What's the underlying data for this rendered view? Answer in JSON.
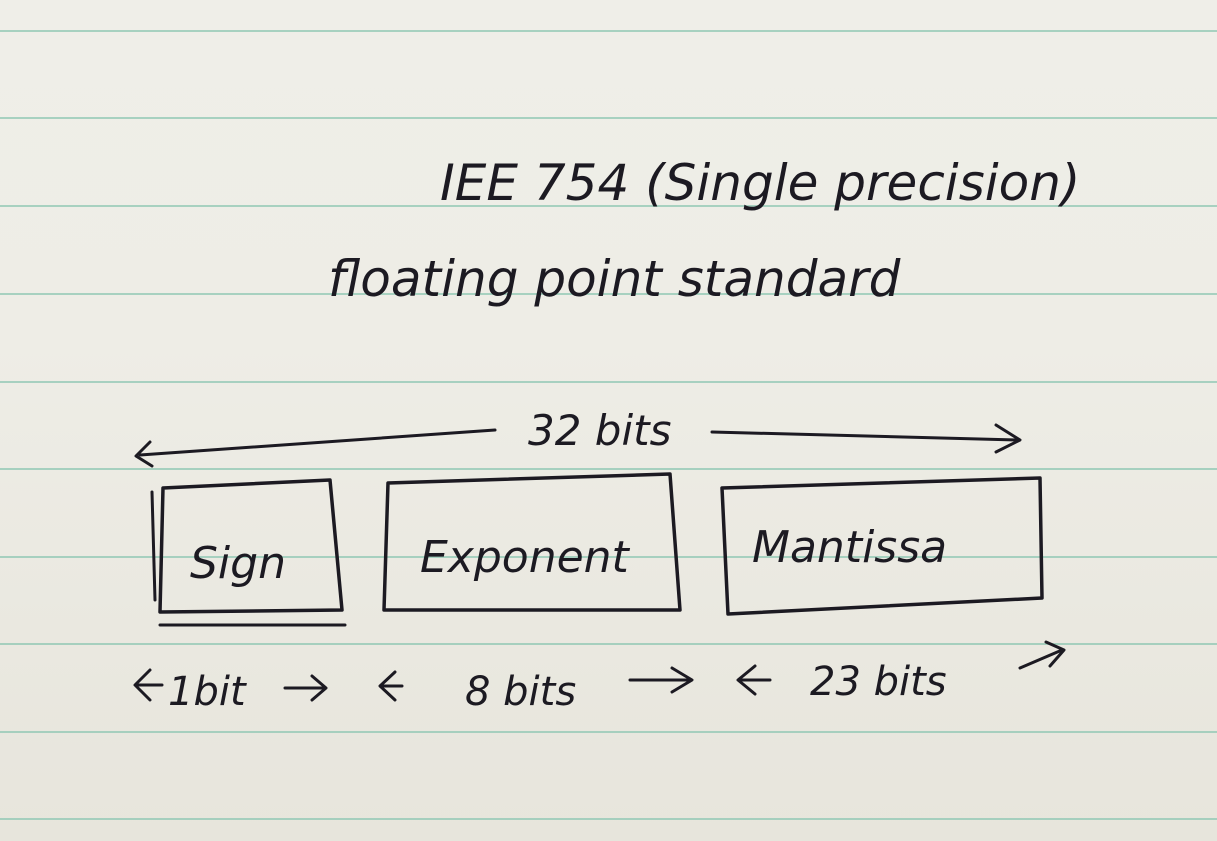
{
  "title_line_1": "IEE 754 (Single precision)",
  "title_line_2": "floating point standard",
  "total_width_label": "32 bits",
  "fields": [
    {
      "name": "Sign",
      "width_label": "1bit"
    },
    {
      "name": "Exponent",
      "width_label": "8 bits"
    },
    {
      "name": "Mantissa",
      "width_label": "23 bits"
    }
  ],
  "colors": {
    "ink": "#1c1a22",
    "paper": "#eeede6",
    "ruled_line": "#8fc7b3"
  }
}
